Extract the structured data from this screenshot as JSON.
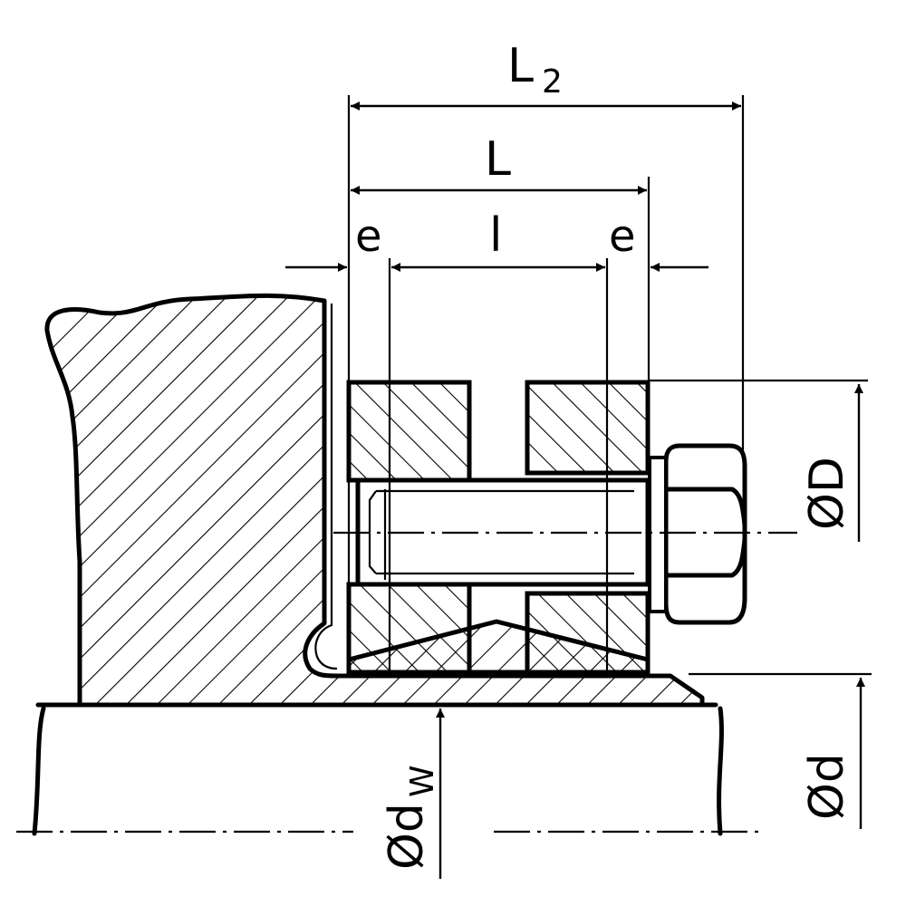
{
  "labels": {
    "L2": "L",
    "L2_sub": "2",
    "L": "L",
    "e_left": "e",
    "l": "l",
    "e_right": "e",
    "D": "ØD",
    "d": "Ød",
    "dw": "Ød",
    "dw_sub": "W"
  },
  "icons": {
    "arrow": "dimension-arrowhead-icon",
    "hatch": "section-hatch-pattern"
  }
}
